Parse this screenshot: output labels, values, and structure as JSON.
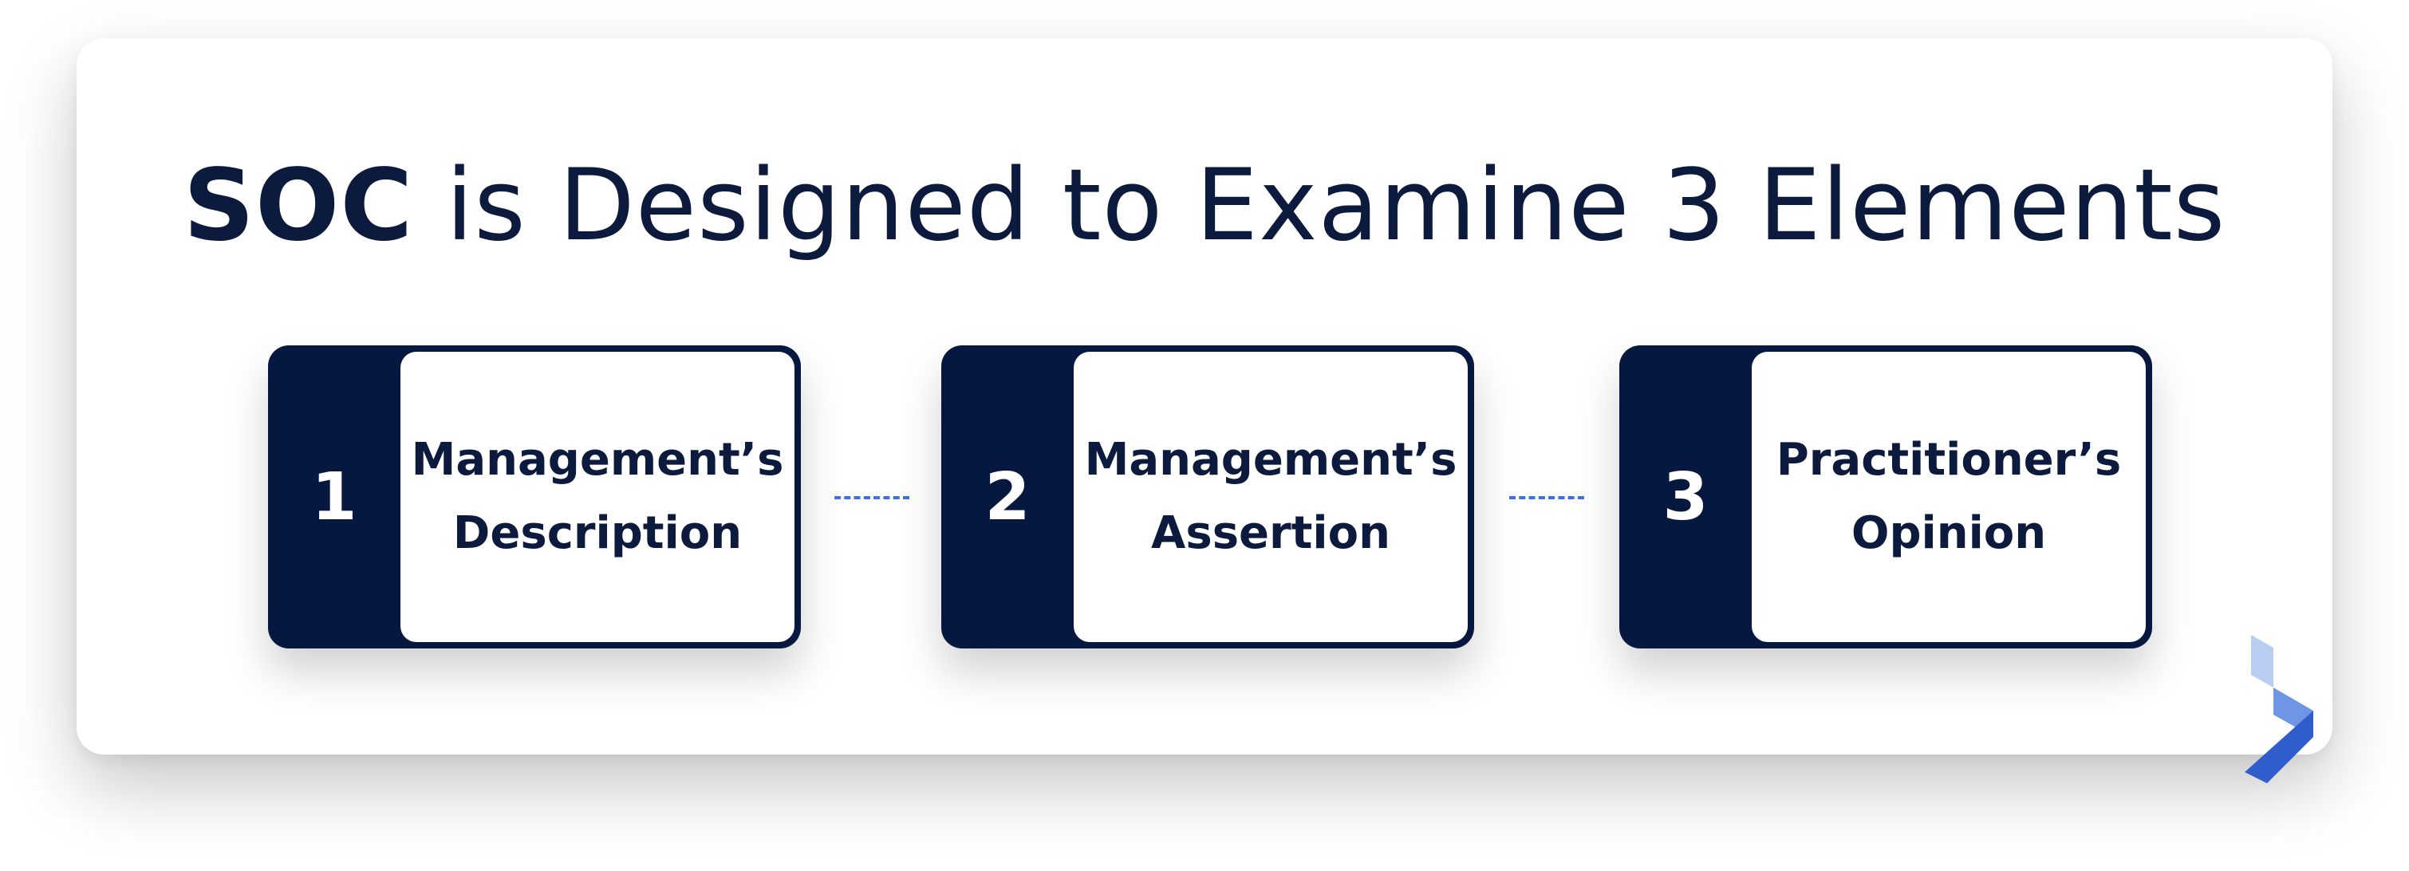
{
  "title": {
    "bold": "SOC",
    "rest": "is Designed to Examine 3 Elements"
  },
  "steps": [
    {
      "number": "1",
      "line1": "Management’s",
      "line2": "Description"
    },
    {
      "number": "2",
      "line1": "Management’s",
      "line2": "Assertion"
    },
    {
      "number": "3",
      "line1": "Practitioner’s",
      "line2": "Opinion"
    }
  ],
  "colors": {
    "navy": "#071840",
    "text": "#0b1a3d",
    "connector": "#3f6fd8",
    "logo_light": "#b9cdf3",
    "logo_mid": "#6f96e5",
    "logo_dark": "#2f5dcc"
  },
  "logo": {
    "icon": "chevron-logo-icon"
  }
}
